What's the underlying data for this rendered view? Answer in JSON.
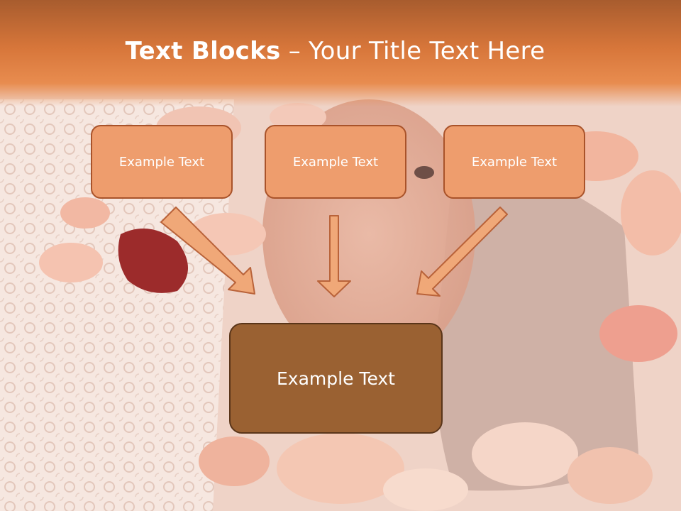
{
  "slide": {
    "title_bold": "Text Blocks",
    "title_separator": "–",
    "title_rest": "Your Title Text Here"
  },
  "boxes": {
    "top_left": "Example Text",
    "top_center": "Example Text",
    "top_right": "Example Text",
    "bottom": "Example Text"
  },
  "icons": [
    "arrow-down-right-icon",
    "arrow-down-icon",
    "arrow-down-left-icon"
  ],
  "colors": {
    "header": "#d7763a",
    "small_box_fill": "#ee9d6d",
    "small_box_border": "#a9532a",
    "big_box_fill": "#9a6132",
    "arrow_fill": "#f0a878",
    "arrow_stroke": "#b9633a"
  }
}
